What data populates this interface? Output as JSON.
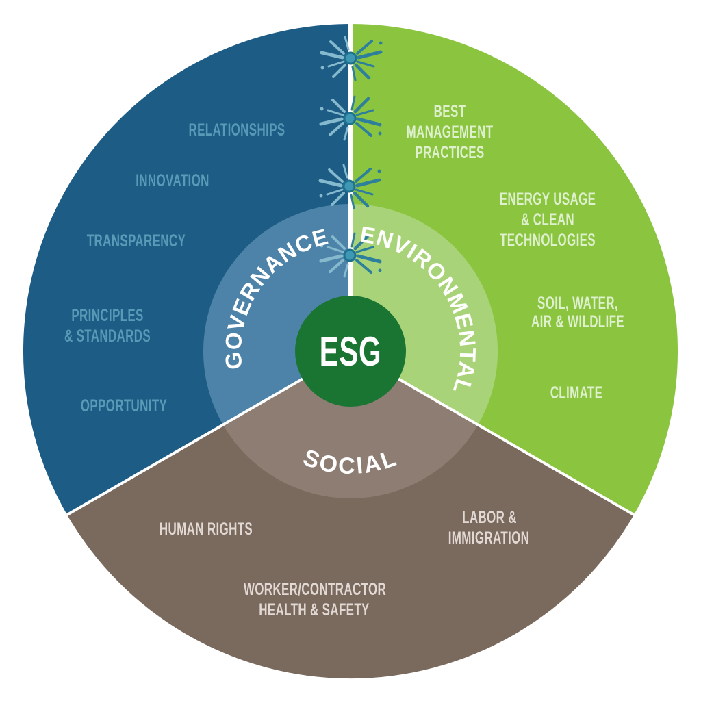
{
  "diagram": {
    "center_label": "ESG",
    "center_color": "#1A7533",
    "divider": {
      "color": "#FFFFFF",
      "burst_count": 4,
      "burst_dark": "#2E7F9B",
      "burst_light": "#85B9CE",
      "burst_dot_fill": "#3E98B4",
      "burst_dot_ring": "#1F7190"
    },
    "sectors": [
      {
        "name": "governance",
        "title": "GOVERNANCE",
        "color": "#1D5C85",
        "ring_color": "#4D83A9",
        "label_color": "#579BB7",
        "items": [
          {
            "lines": [
              "RELATIONSHIPS"
            ]
          },
          {
            "lines": [
              "INNOVATION"
            ]
          },
          {
            "lines": [
              "TRANSPARENCY"
            ]
          },
          {
            "lines": [
              "PRINCIPLES",
              "& STANDARDS"
            ]
          },
          {
            "lines": [
              "OPPORTUNITY"
            ]
          }
        ]
      },
      {
        "name": "environmental",
        "title": "ENVIRONMENTAL",
        "color": "#8BC540",
        "ring_color": "#A9D378",
        "label_color": "#DEF0CD",
        "items": [
          {
            "lines": [
              "BEST",
              "MANAGEMENT",
              "PRACTICES"
            ]
          },
          {
            "lines": [
              "ENERGY USAGE",
              "& CLEAN",
              "TECHNOLOGIES"
            ]
          },
          {
            "lines": [
              "SOIL, WATER,",
              "AIR & WILDLIFE"
            ]
          },
          {
            "lines": [
              "CLIMATE"
            ]
          }
        ]
      },
      {
        "name": "social",
        "title": "SOCIAL",
        "color": "#7A695D",
        "ring_color": "#8E7D72",
        "label_color": "#E3D9D4",
        "items": [
          {
            "lines": [
              "HUMAN RIGHTS"
            ]
          },
          {
            "lines": [
              "LABOR &",
              "IMMIGRATION"
            ]
          },
          {
            "lines": [
              "WORKER/CONTRACTOR",
              "HEALTH & SAFETY"
            ]
          }
        ]
      }
    ]
  }
}
